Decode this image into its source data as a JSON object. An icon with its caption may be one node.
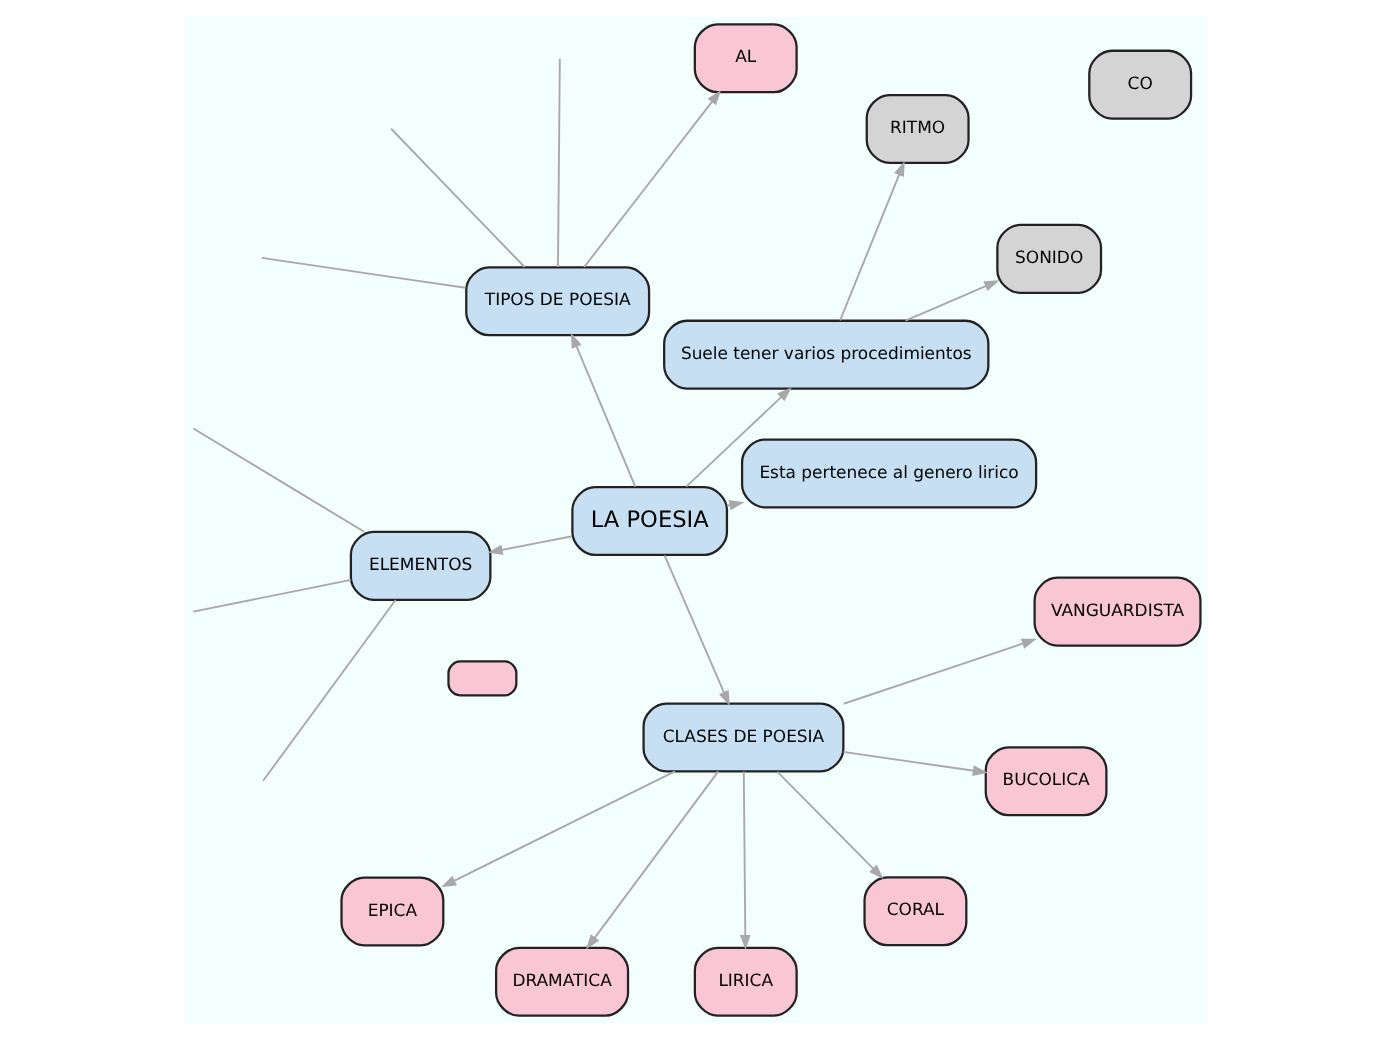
{
  "diagram": {
    "nodes": [
      {
        "text": [
          "LA POESIA"
        ]
      },
      {
        "text": [
          "Esta pertenece al genero lirico"
        ]
      },
      {
        "text": [
          "Suele tener varios procedimientos"
        ]
      },
      {
        "text": [
          "SONIDO"
        ]
      },
      {
        "text": [
          "RITMO"
        ]
      },
      {
        "text": [
          "TIPOS DE POESIA"
        ]
      },
      {
        "text": [
          "AL"
        ]
      },
      {
        "text": [],
        "shape": "box"
      },
      {
        "text": [
          "ELEMENTOS"
        ]
      },
      {
        "text": [
          "CO"
        ]
      },
      {
        "text": [
          "CLASES DE POESIA"
        ]
      },
      {
        "text": [
          "EPICA"
        ]
      },
      {
        "text": [
          "DRAMATICA"
        ]
      },
      {
        "text": [
          "LIRICA"
        ]
      },
      {
        "text": [
          "CORAL"
        ]
      },
      {
        "text": [
          "BUCOLICA"
        ]
      },
      {
        "text": [
          "VANGUARDISTA"
        ]
      }
    ],
    "edges": [
      {
        "from": 0,
        "to": 1,
        "arrow": "to"
      },
      {
        "from": 0,
        "to": 2,
        "arrow": "to"
      },
      {
        "from": 2,
        "to": 3,
        "arrow": "to"
      },
      {
        "from": 2,
        "to": 4,
        "arrow": "to"
      },
      {
        "from": 0,
        "to": 5,
        "arrow": "to"
      },
      {
        "from": 5,
        "to": 6,
        "arrow": "to"
      },
      {
        "from": 5,
        "to": null,
        "arrow": "none"
      },
      {
        "from": 5,
        "to": null,
        "arrow": "none"
      },
      {
        "from": 5,
        "to": null,
        "arrow": "none"
      },
      {
        "from": 0,
        "to": 8,
        "arrow": "to"
      },
      {
        "from": 8,
        "to": null,
        "arrow": "none"
      },
      {
        "from": 8,
        "to": null,
        "arrow": "none"
      },
      {
        "from": 8,
        "to": null,
        "arrow": "none"
      },
      {
        "from": 0,
        "to": 10,
        "arrow": "to"
      },
      {
        "from": 10,
        "to": 11,
        "arrow": "to"
      },
      {
        "from": 10,
        "to": 12,
        "arrow": "to"
      },
      {
        "from": 10,
        "to": 13,
        "arrow": "to"
      },
      {
        "from": 10,
        "to": 14,
        "arrow": "to"
      },
      {
        "from": 10,
        "to": 15,
        "arrow": "to"
      },
      {
        "from": 10,
        "to": 16,
        "arrow": "to"
      }
    ]
  }
}
